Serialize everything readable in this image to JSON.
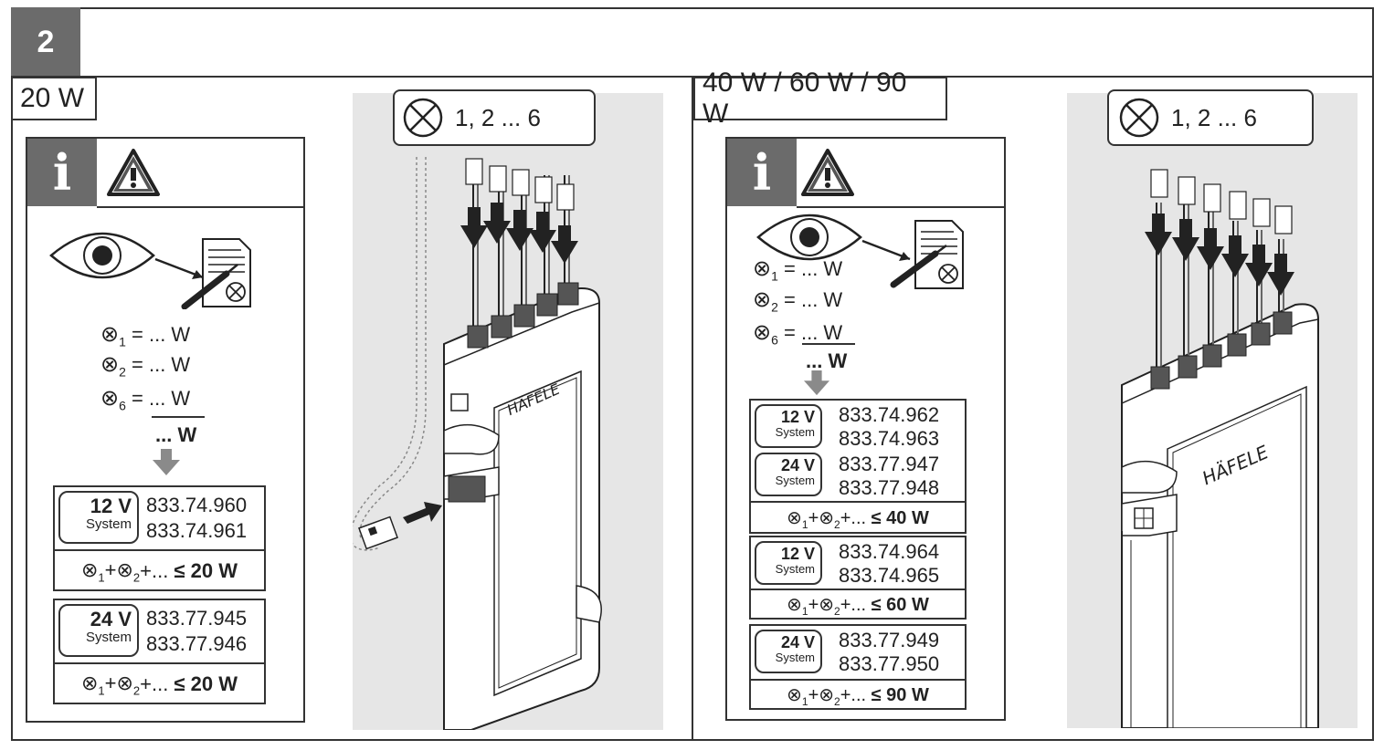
{
  "step": {
    "number": "2"
  },
  "left": {
    "title": "20 W",
    "info_icon": "info-icon",
    "warning_icon": "warning-icon",
    "formulas": [
      {
        "sub": "1",
        "text": " = ... W"
      },
      {
        "sub": "2",
        "text": " = ... W"
      },
      {
        "sub": "6",
        "text": " = ... W"
      }
    ],
    "total": "... W",
    "groups": [
      {
        "voltage": "12 V",
        "system": "System",
        "numbers": [
          "833.74.960",
          "833.74.961"
        ],
        "sum_text": "+...",
        "limit": "≤ 20 W"
      },
      {
        "voltage": "24 V",
        "system": "System",
        "numbers": [
          "833.77.945",
          "833.77.946"
        ],
        "sum_text": "+...",
        "limit": "≤ 20 W"
      }
    ],
    "lamp_label": "1, 2 ... 6",
    "brand": "HÄFELE"
  },
  "right": {
    "title": "40 W / 60 W / 90 W",
    "formulas": [
      {
        "sub": "1",
        "text": " = ... W"
      },
      {
        "sub": "2",
        "text": " = ... W"
      },
      {
        "sub": "6",
        "text": " = ... W"
      }
    ],
    "total": "... W",
    "groups": [
      {
        "systems": [
          {
            "voltage": "12 V",
            "system": "System",
            "numbers": [
              "833.74.962",
              "833.74.963"
            ]
          },
          {
            "voltage": "24 V",
            "system": "System",
            "numbers": [
              "833.77.947",
              "833.77.948"
            ]
          }
        ],
        "sum_text": "+...",
        "limit": "≤ 40 W"
      },
      {
        "systems": [
          {
            "voltage": "12 V",
            "system": "System",
            "numbers": [
              "833.74.964",
              "833.74.965"
            ]
          }
        ],
        "sum_text": "+...",
        "limit": "≤ 60 W"
      },
      {
        "systems": [
          {
            "voltage": "24 V",
            "system": "System",
            "numbers": [
              "833.77.949",
              "833.77.950"
            ]
          }
        ],
        "sum_text": "+...",
        "limit": "≤ 90 W"
      }
    ],
    "lamp_label": "1, 2 ... 6",
    "brand": "HÄFELE"
  },
  "colors": {
    "panel_grey": "#e6e6e6",
    "dark_grey": "#6b6b6b",
    "line": "#333333"
  }
}
